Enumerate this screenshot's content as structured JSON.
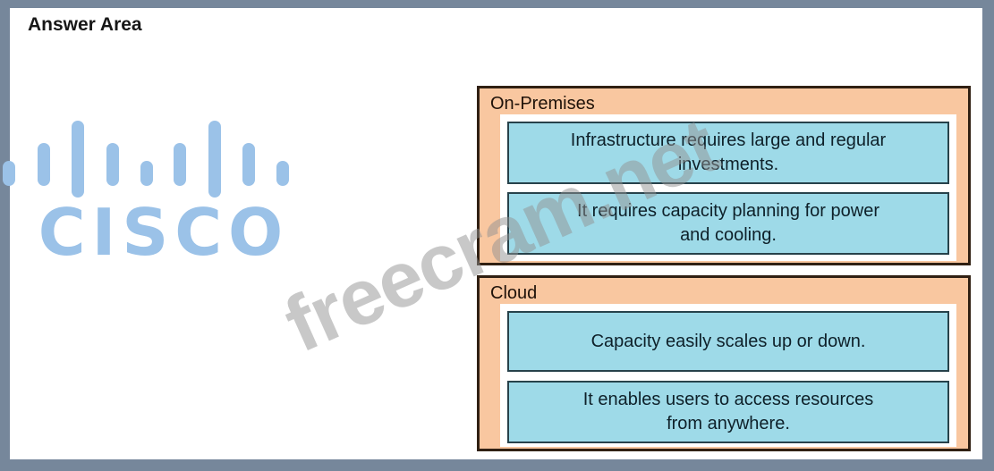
{
  "title": "Answer Area",
  "watermark": "freecram.net",
  "logo": {
    "text": "CISCO",
    "color": "#9BC2E8"
  },
  "colors": {
    "frame": "#76879B",
    "group_background": "#F9C7A0",
    "group_border": "#302013",
    "item_background": "#9EDAE8",
    "item_border": "#27424B",
    "item_text": "#0E2029"
  },
  "groups": [
    {
      "label": "On-Premises",
      "items": [
        "Infrastructure requires large and regular\ninvestments.",
        "It requires capacity planning for power\nand cooling."
      ]
    },
    {
      "label": "Cloud",
      "items": [
        "Capacity easily scales up or down.",
        "It enables users to access resources\nfrom anywhere."
      ]
    }
  ]
}
